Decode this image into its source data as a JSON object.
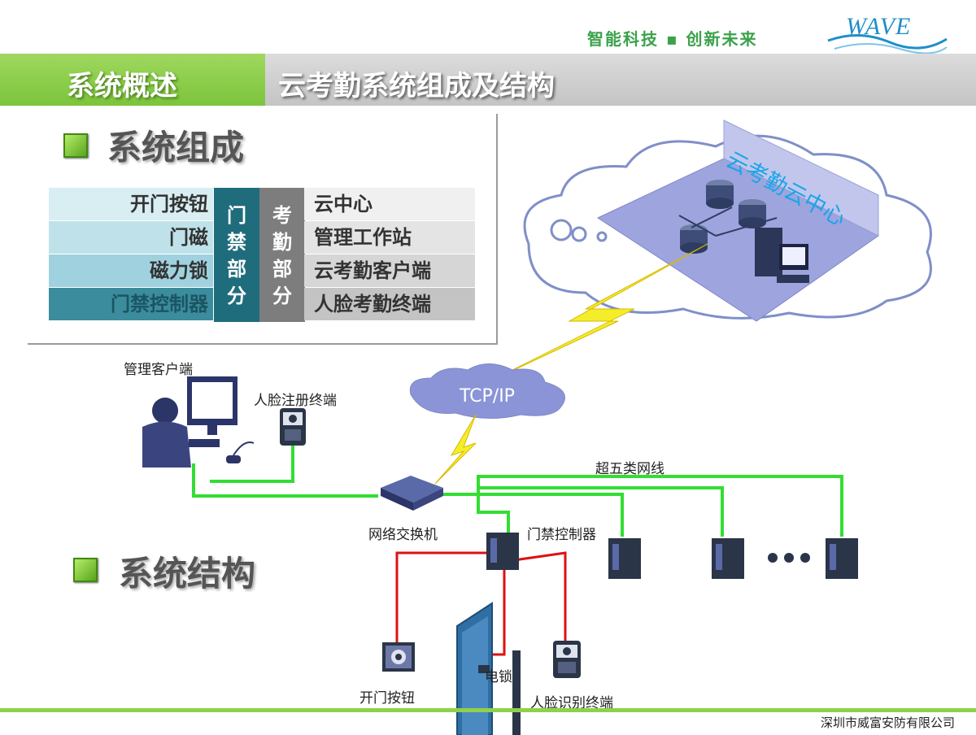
{
  "header": {
    "slogan": "智能科技 ▪ 创新未来",
    "logo": "WAVE",
    "section_label": "系统概述",
    "slide_title": "云考勤系统组成及结构"
  },
  "composition": {
    "heading": "系统组成",
    "access_items": [
      "开门按钮",
      "门磁",
      "磁力锁",
      "门禁控制器"
    ],
    "access_group": [
      "门",
      "禁",
      "部",
      "分"
    ],
    "attendance_group": [
      "考",
      "勤",
      "部",
      "分"
    ],
    "attendance_items": [
      "云中心",
      "管理工作站",
      "云考勤客户端",
      "人脸考勤终端"
    ]
  },
  "structure": {
    "heading": "系统结构"
  },
  "diagram": {
    "cloud_center": "云考勤云中心",
    "tcpip": "TCP/IP",
    "management_client": "管理客户端",
    "face_register": "人脸注册终端",
    "switch": "网络交换机",
    "cable": "超五类网线",
    "controller": "门禁控制器",
    "open_button": "开门按钮",
    "lock": "电锁",
    "face_terminal": "人脸识别终端"
  },
  "colors": {
    "green": "#7cc43b",
    "network_line": "#33dd33",
    "wire_red": "#dd1111",
    "cloud_blue": "#8a94d6",
    "teal": "#2e7f8f",
    "gray": "#8a8a8a"
  },
  "footer": {
    "company": "深圳市威富安防有限公司"
  }
}
